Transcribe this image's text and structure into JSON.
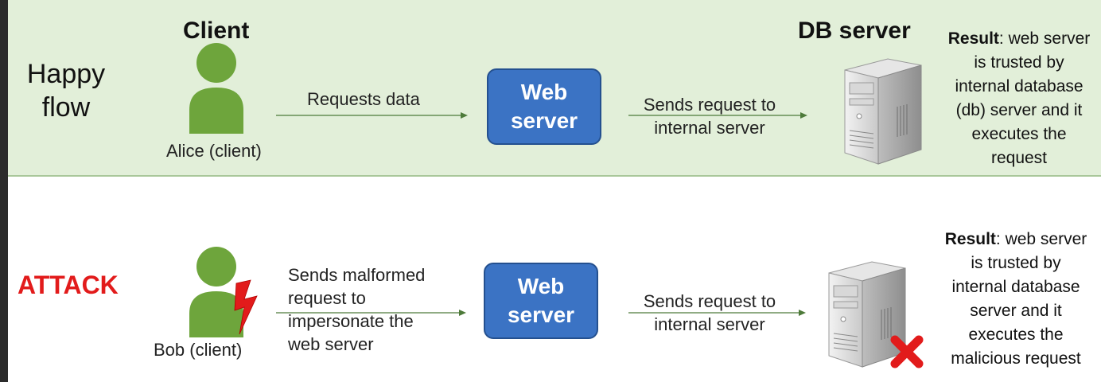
{
  "happy": {
    "title_line1": "Happy",
    "title_line2": "flow",
    "client_heading": "Client",
    "client_name": "Alice (client)",
    "arrow1_label": "Requests data",
    "webserver_line1": "Web",
    "webserver_line2": "server",
    "arrow2_line1": "Sends request to",
    "arrow2_line2": "internal server",
    "db_heading": "DB server",
    "result_bold": "Result",
    "result_lines": [
      ": web server",
      "is trusted by",
      "internal database",
      "(db) server and it",
      "executes the",
      "request"
    ]
  },
  "attack": {
    "title": "ATTACK",
    "client_name": "Bob (client)",
    "arrow1_lines": [
      "Sends malformed",
      "request to",
      "impersonate the",
      "web server"
    ],
    "webserver_line1": "Web",
    "webserver_line2": "server",
    "arrow2_line1": "Sends request to",
    "arrow2_line2": "internal server",
    "result_bold": "Result",
    "result_lines": [
      ": web server",
      "is trusted by",
      "internal database",
      "server and it",
      "executes the",
      "malicious request"
    ]
  },
  "colors": {
    "happy_band": "#e2efd9",
    "person": "#6ea53c",
    "webserver": "#3b73c4",
    "attack_red": "#e21b1b",
    "arrow": "#4d7a3a"
  },
  "icons": [
    "person-icon",
    "server-icon",
    "lightning-icon",
    "red-x-icon",
    "arrow-icon"
  ]
}
